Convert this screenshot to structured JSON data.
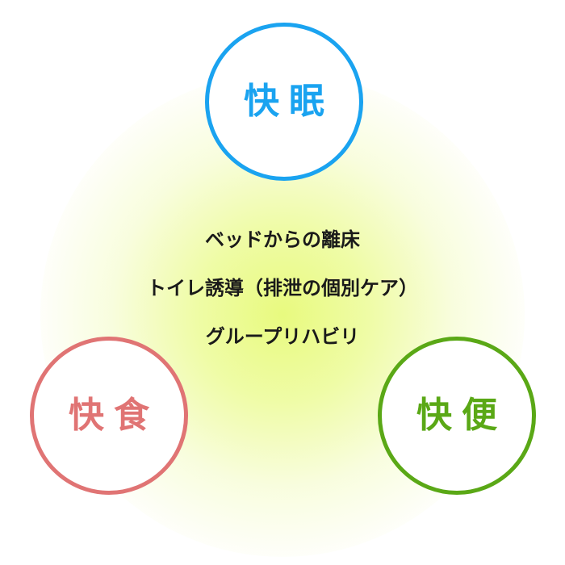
{
  "diagram": {
    "nodes": [
      {
        "id": "top",
        "label": "快眠",
        "color": "#1aa3f0"
      },
      {
        "id": "left",
        "label": "快食",
        "color": "#e07474"
      },
      {
        "id": "right",
        "label": "快便",
        "color": "#5aa816"
      }
    ],
    "center_items": [
      "ベッドからの離床",
      "トイレ誘導（排泄の個別ケア）",
      "グループリハビリ"
    ],
    "center_text_color": "#1a1a1a",
    "glow_color": "#e7fa78"
  }
}
